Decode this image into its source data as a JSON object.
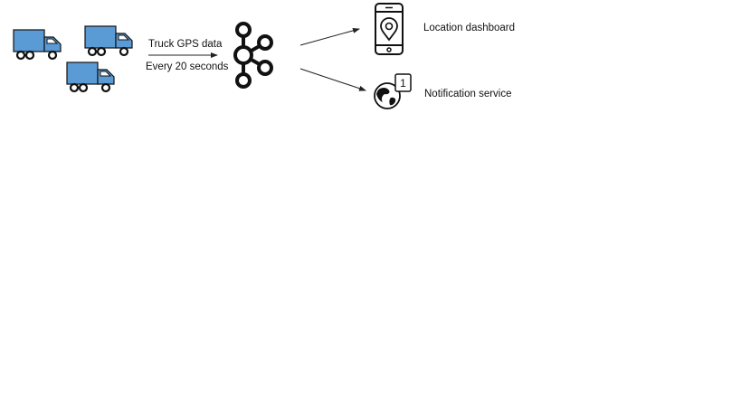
{
  "flow": {
    "edge_label_line1": "Truck GPS data",
    "edge_label_line2": "Every 20 seconds"
  },
  "destinations": {
    "dashboard_label": "Location dashboard",
    "notification_label": "Notification service",
    "notification_badge": "1"
  },
  "icons": {
    "source": "truck-icon",
    "hub": "kafka-icon",
    "dashboard": "smartphone-location-icon",
    "notification": "globe-notification-icon"
  },
  "colors": {
    "truck_body": "#5b9bd5",
    "outline": "#111111"
  }
}
